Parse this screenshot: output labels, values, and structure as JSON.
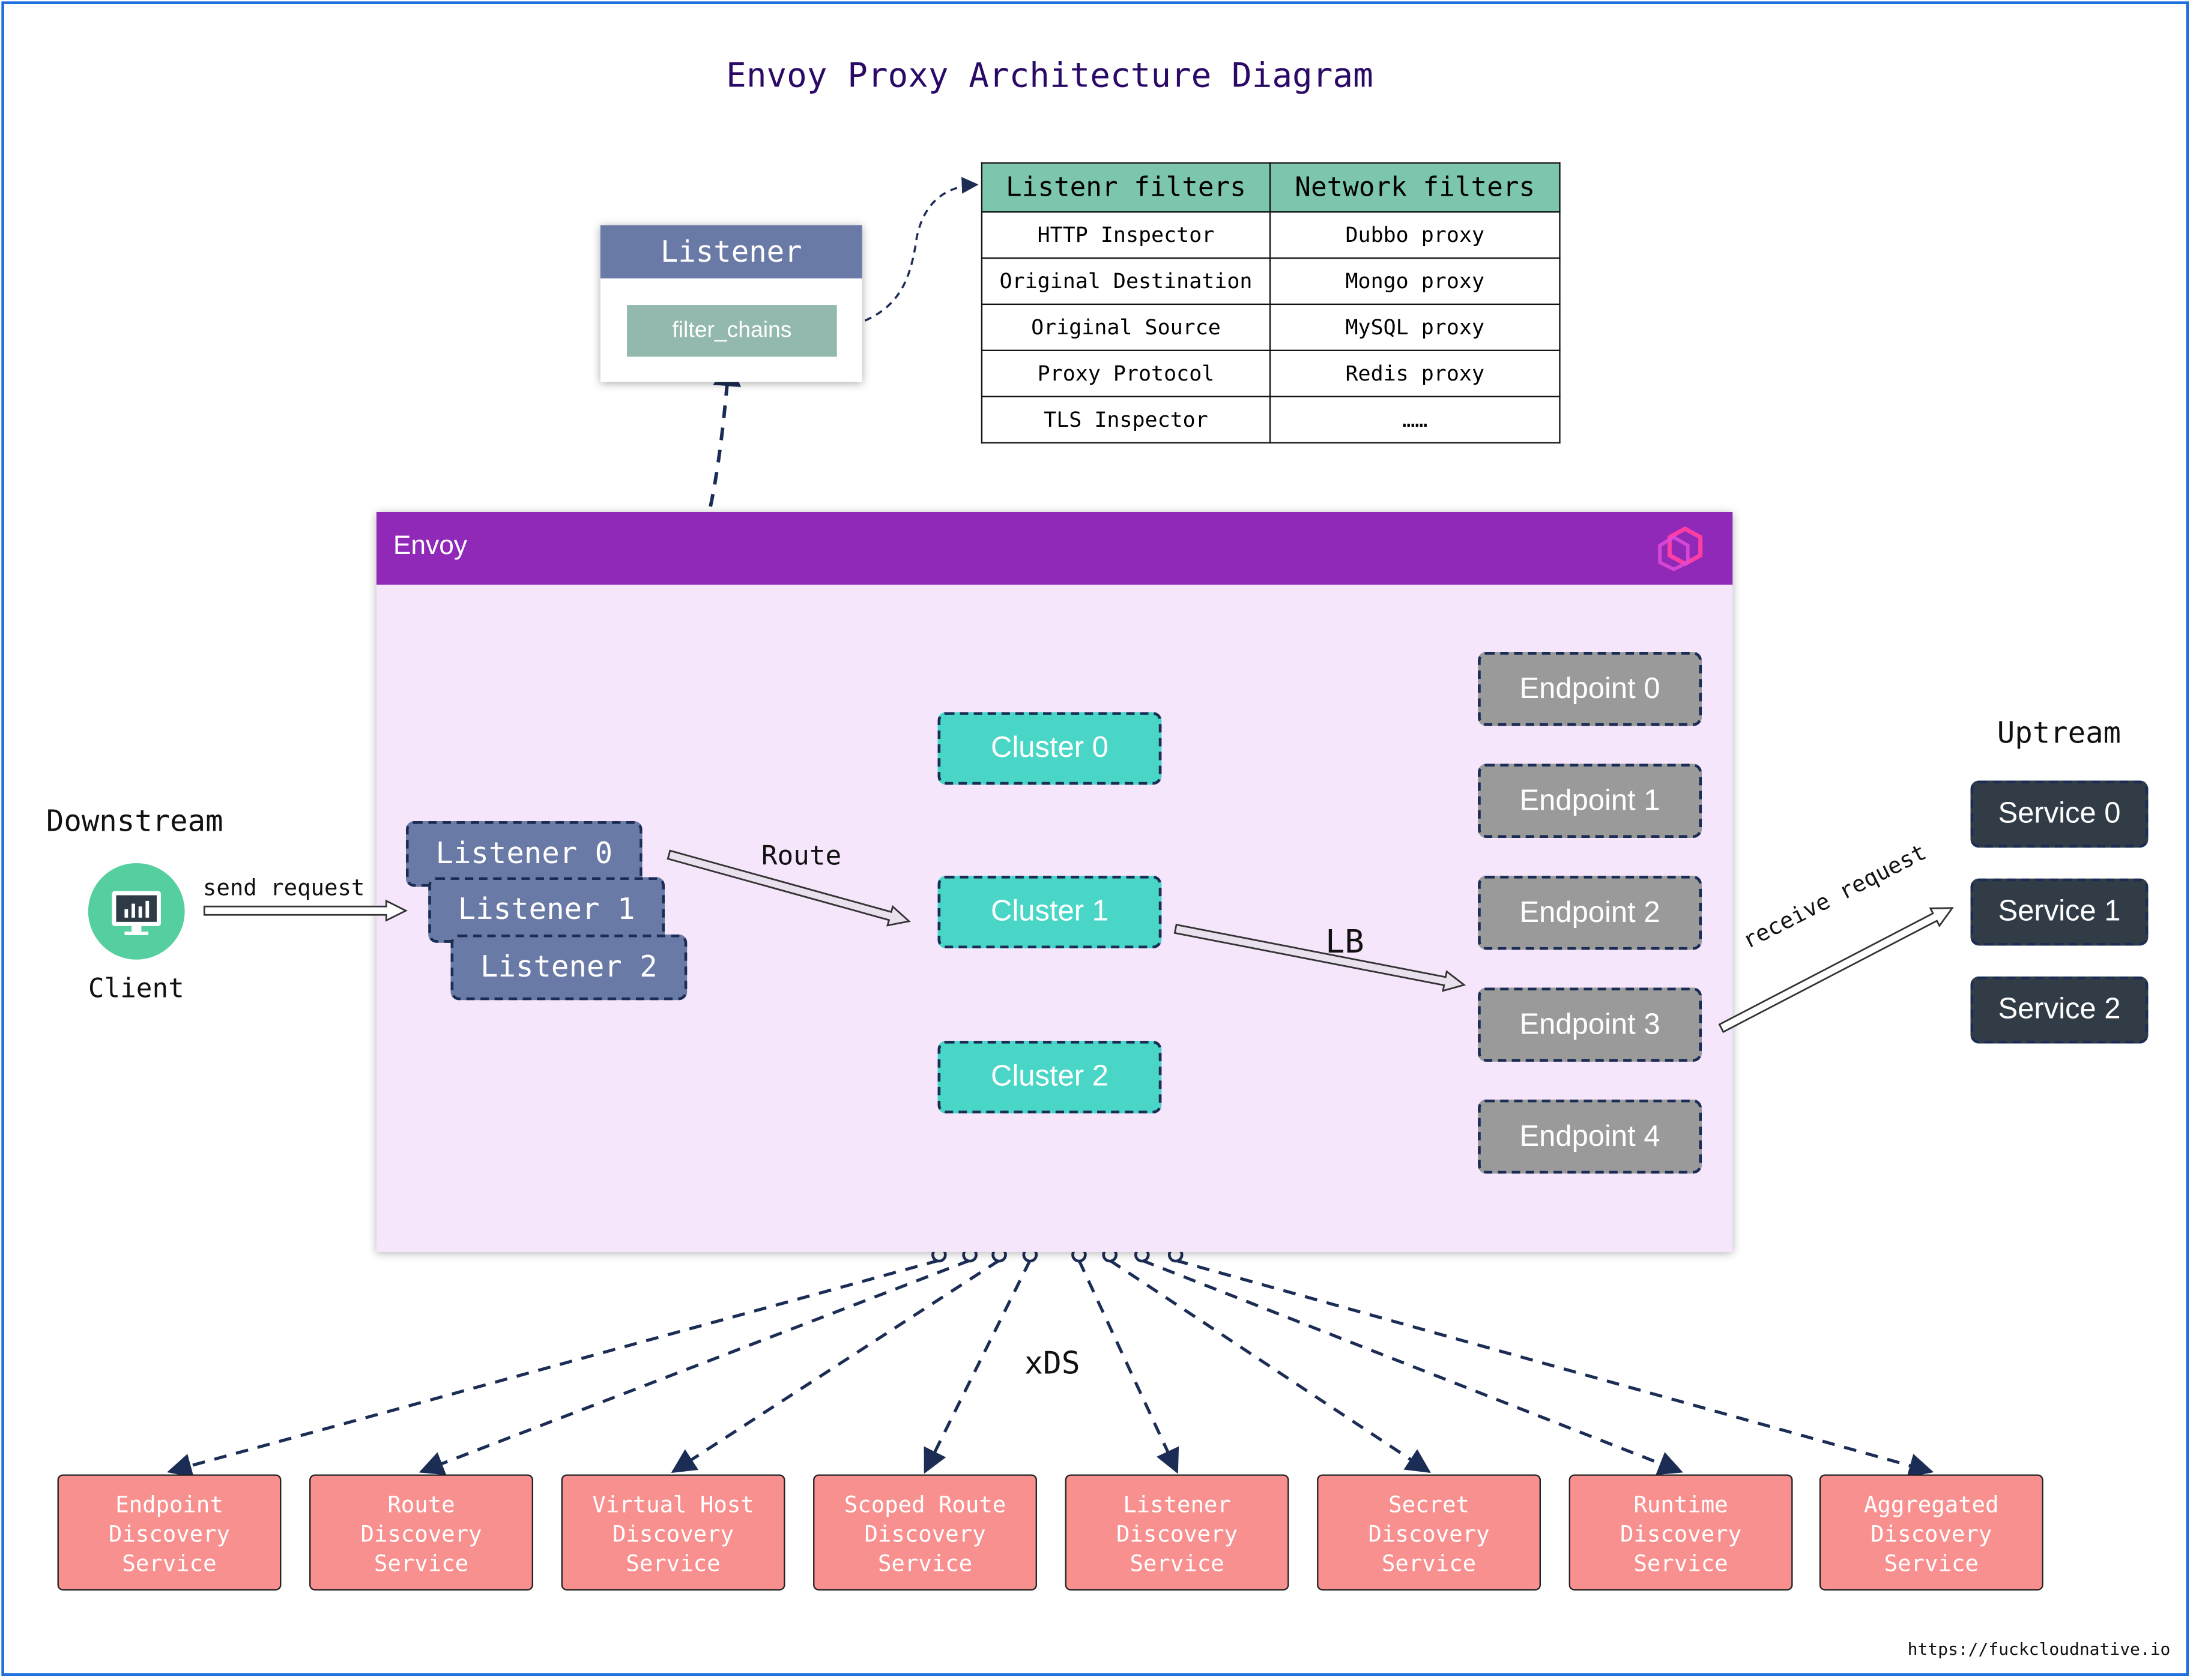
{
  "title": "Envoy Proxy Architecture Diagram",
  "listener_panel": {
    "title": "Listener",
    "filter_chains": "filter_chains"
  },
  "filters_table": {
    "headers": [
      "Listenr filters",
      "Network filters"
    ],
    "rows": [
      [
        "HTTP Inspector",
        "Dubbo proxy"
      ],
      [
        "Original Destination",
        "Mongo proxy"
      ],
      [
        "Original Source",
        "MySQL proxy"
      ],
      [
        "Proxy Protocol",
        "Redis proxy"
      ],
      [
        "TLS Inspector",
        "……"
      ]
    ]
  },
  "envoy": {
    "label": "Envoy",
    "logo_icon": "envoy-logo-icon",
    "listeners": [
      "Listener 0",
      "Listener 1",
      "Listener 2"
    ],
    "clusters": [
      "Cluster 0",
      "Cluster 1",
      "Cluster 2"
    ],
    "endpoints": [
      "Endpoint 0",
      "Endpoint 1",
      "Endpoint 2",
      "Endpoint 3",
      "Endpoint 4"
    ],
    "route_label": "Route",
    "lb_label": "LB"
  },
  "downstream": {
    "heading": "Downstream",
    "client_label": "Client",
    "send_label": "send request",
    "client_icon": "monitor-chart-icon"
  },
  "upstream": {
    "heading": "Uptream",
    "receive_label": "receive request",
    "services": [
      "Service 0",
      "Service 1",
      "Service 2"
    ]
  },
  "xds": {
    "label": "xDS",
    "services": [
      [
        "Endpoint",
        "Discovery",
        "Service"
      ],
      [
        "Route",
        "Discovery",
        "Service"
      ],
      [
        "Virtual Host",
        "Discovery",
        "Service"
      ],
      [
        "Scoped Route",
        "Discovery",
        "Service"
      ],
      [
        "Listener",
        "Discovery",
        "Service"
      ],
      [
        "Secret",
        "Discovery",
        "Service"
      ],
      [
        "Runtime",
        "Discovery",
        "Service"
      ],
      [
        "Aggregated",
        "Discovery",
        "Service"
      ]
    ]
  },
  "footer": "https://fuckcloudnative.io",
  "colors": {
    "envoy_header": "#9129b8",
    "envoy_body": "#f6e6fb",
    "listener": "#6a7aa6",
    "cluster": "#49d6c6",
    "endpoint": "#9a9a9a",
    "service": "#323c47",
    "xds": "#f99090",
    "table_header": "#7dc6ae",
    "client": "#56cfa0",
    "frame": "#1f6fde"
  }
}
